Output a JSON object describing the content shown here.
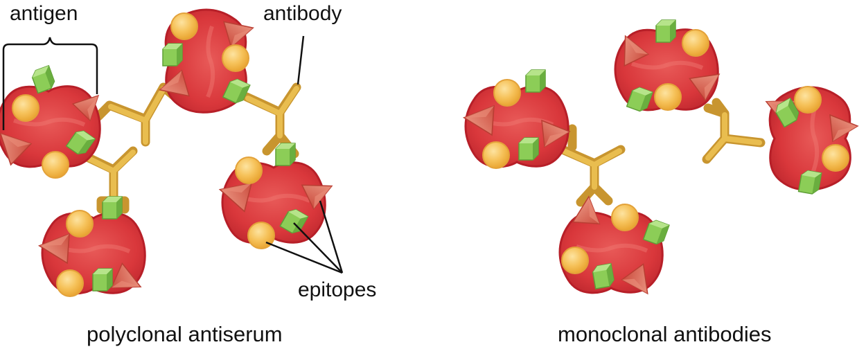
{
  "labels": {
    "antigen": "antigen",
    "antibody": "antibody",
    "epitopes": "epitopes"
  },
  "captions": {
    "left": "polyclonal antiserum",
    "right": "monoclonal antibodies"
  },
  "colors": {
    "antigen_body": "#d9373b",
    "antigen_edge": "#b71f28",
    "sphere_epitope": "#f3b43e",
    "cube_epitope": "#7dc24a",
    "triangle_epitope": "#cf5a48",
    "antibody": "#d8a53a",
    "leader": "#111111"
  }
}
